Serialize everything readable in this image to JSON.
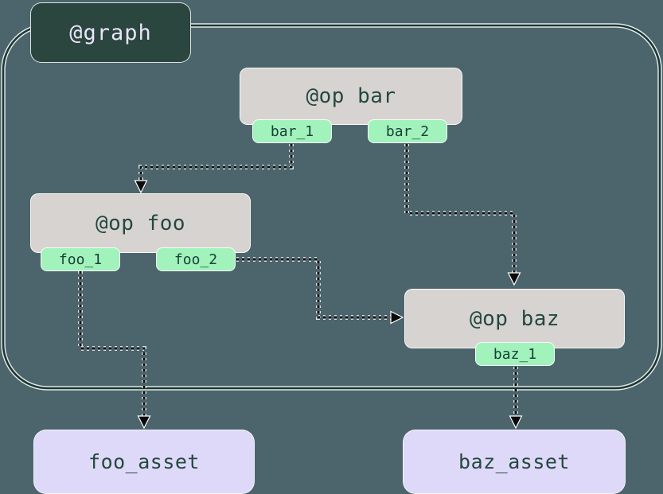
{
  "diagram": {
    "graph_label": "@graph",
    "ops": [
      {
        "id": "bar",
        "title": "@op bar",
        "outputs": [
          "bar_1",
          "bar_2"
        ]
      },
      {
        "id": "foo",
        "title": "@op foo",
        "outputs": [
          "foo_1",
          "foo_2"
        ]
      },
      {
        "id": "baz",
        "title": "@op baz",
        "outputs": [
          "baz_1"
        ]
      }
    ],
    "assets": [
      {
        "id": "foo_asset",
        "label": "foo_asset"
      },
      {
        "id": "baz_asset",
        "label": "baz_asset"
      }
    ],
    "edges": [
      {
        "from": "bar_1",
        "to": "@op foo"
      },
      {
        "from": "bar_2",
        "to": "@op baz"
      },
      {
        "from": "foo_2",
        "to": "@op baz"
      },
      {
        "from": "foo_1",
        "to": "foo_asset"
      },
      {
        "from": "baz_1",
        "to": "baz_asset"
      }
    ],
    "colors": {
      "bg": "#4c656d",
      "container-stroke": "#1b3833",
      "node-fill": "#d6d3d1",
      "tab-fill": "#a2f2bb",
      "asset-fill": "#ded9f8",
      "text-dark": "#24493f",
      "label-fill": "#2b463e",
      "label-text": "#e9e4fb",
      "edge": "#0c0c0c"
    }
  }
}
